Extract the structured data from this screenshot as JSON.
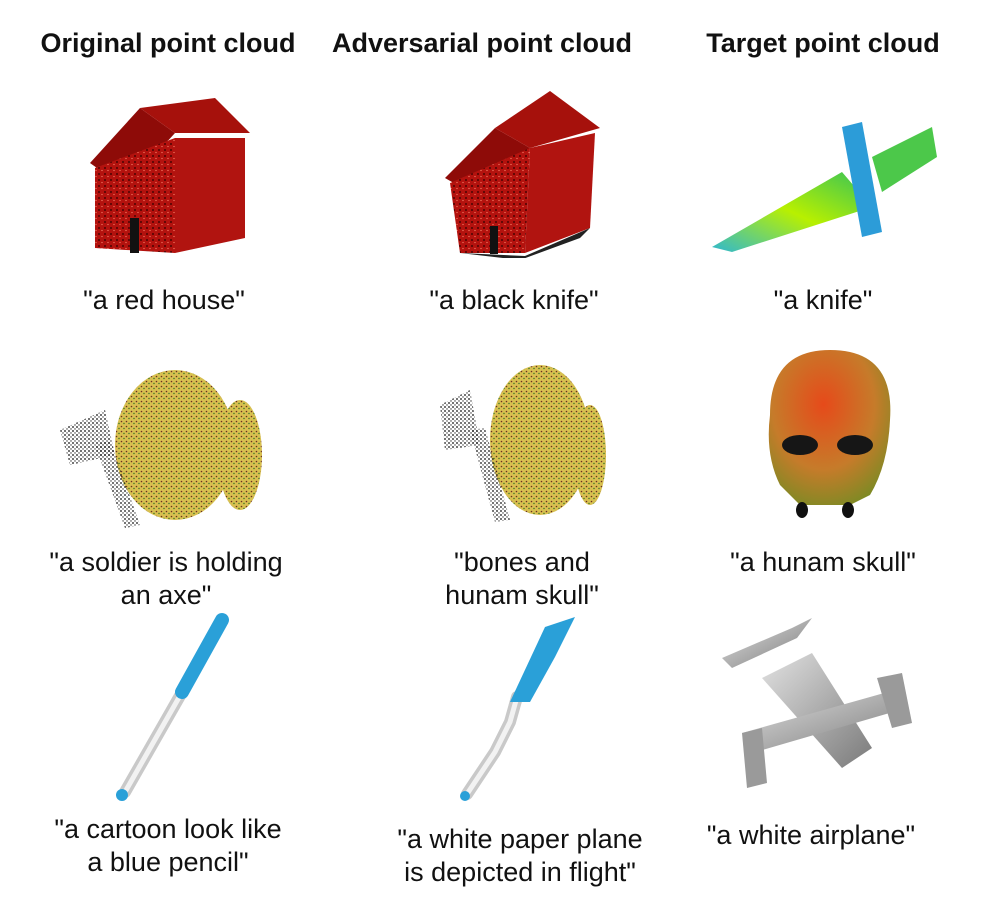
{
  "columns": [
    "Original point cloud",
    "Adversarial point cloud",
    "Target point cloud"
  ],
  "rows": [
    {
      "original": {
        "object": "red house",
        "caption": [
          "\"a red house\""
        ]
      },
      "adversarial": {
        "object": "red house (perturbed)",
        "caption": [
          "\"a black knife\""
        ]
      },
      "target": {
        "object": "knife",
        "caption": [
          "\"a knife\""
        ]
      }
    },
    {
      "original": {
        "object": "soldier holding axe",
        "caption": [
          "\"a soldier is holding",
          "an axe\""
        ]
      },
      "adversarial": {
        "object": "soldier holding axe (perturbed)",
        "caption": [
          "\"bones and",
          "hunam skull\""
        ]
      },
      "target": {
        "object": "human skull",
        "caption": [
          "\"a hunam skull\""
        ]
      }
    },
    {
      "original": {
        "object": "blue pencil",
        "caption": [
          "\"a cartoon look like",
          "a blue pencil\""
        ]
      },
      "adversarial": {
        "object": "blue pencil (perturbed)",
        "caption": [
          "\"a white paper plane",
          "is depicted in flight\""
        ]
      },
      "target": {
        "object": "white airplane",
        "caption": [
          "\"a white airplane\""
        ]
      }
    }
  ],
  "colors": {
    "house_red": "#b3120e",
    "knife_green": "#4fd62a",
    "pencil_blue": "#2aa0d8",
    "plane_gray": "#b4b4b4"
  }
}
